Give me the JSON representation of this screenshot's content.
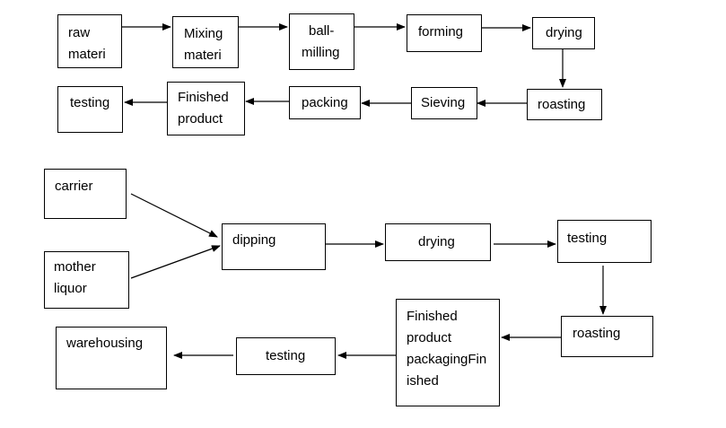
{
  "flow1": {
    "raw_materials": [
      "raw",
      "materi"
    ],
    "mixing": [
      "Mixing",
      "materi"
    ],
    "ball_milling": [
      "ball-",
      "milling"
    ],
    "forming": [
      "forming"
    ],
    "drying": [
      "drying"
    ],
    "roasting": [
      "roasting"
    ],
    "sieving": [
      "Sieving"
    ],
    "packing": [
      "packing"
    ],
    "finished_product": [
      "Finished",
      "product"
    ],
    "testing": [
      "testing"
    ]
  },
  "flow2": {
    "carrier": [
      "carrier"
    ],
    "mother_liquor": [
      "mother",
      "liquor"
    ],
    "dipping": [
      "dipping"
    ],
    "drying": [
      "drying"
    ],
    "testing_1": [
      "testing"
    ],
    "roasting": [
      "roasting"
    ],
    "finished_packaging": [
      "Finished",
      "product",
      "packagingFin",
      "ished"
    ],
    "testing_2": [
      "testing"
    ],
    "warehousing": [
      "warehousing"
    ]
  }
}
